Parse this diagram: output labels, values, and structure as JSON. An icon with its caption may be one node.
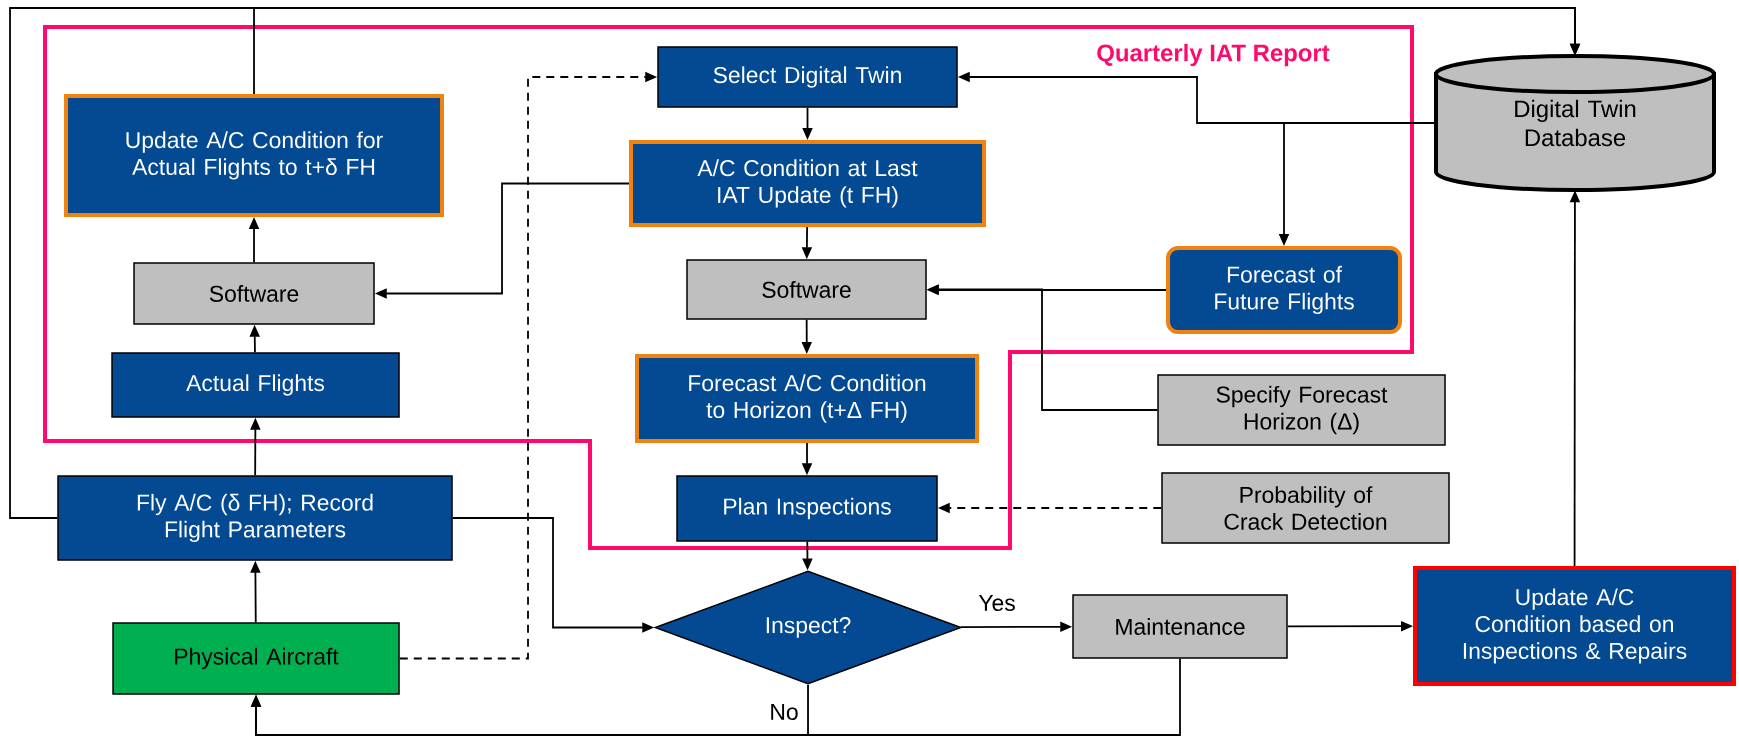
{
  "diagram": {
    "nodes": [
      {
        "text": [
          "Quarterly IAT Report"
        ]
      },
      {
        "text": [
          "Update A/C Condition for Actual Flights to t+δ FH"
        ],
        "in": 0
      },
      {
        "text": [
          "Select Digital Twin"
        ],
        "in": 0
      },
      {
        "text": [
          "Digital Twin Database"
        ]
      },
      {
        "text": [
          "A/C Condition at Last IAT Update (t FH)"
        ],
        "in": 0
      },
      {
        "text": [
          "Software"
        ],
        "in": 0
      },
      {
        "text": [
          "Software"
        ],
        "in": 0
      },
      {
        "text": [
          "Forecast of Future Flights"
        ],
        "in": 0
      },
      {
        "text": [
          "Actual Flights"
        ],
        "in": 0
      },
      {
        "text": [
          "Forecast A/C Condition to Horizon (t+Δ FH)"
        ],
        "in": 0
      },
      {
        "text": [
          "Specify Forecast Horizon (Δ)"
        ]
      },
      {
        "text": [
          "Fly A/C (δ FH); Record Flight Parameters"
        ]
      },
      {
        "text": [
          "Plan Inspections"
        ],
        "in": 0
      },
      {
        "text": [
          "Probability of Crack Detection"
        ]
      },
      {
        "text": [
          "Inspect?"
        ]
      },
      {
        "text": [
          "Maintenance"
        ]
      },
      {
        "text": [
          "Update A/C Condition based on Inspections & Repairs"
        ]
      },
      {
        "text": [
          "Physical Aircraft"
        ]
      }
    ],
    "edges": [
      {
        "from": 1,
        "to": 3,
        "arrow": "to"
      },
      {
        "from": 11,
        "to": 3,
        "arrow": "to"
      },
      {
        "from": 5,
        "to": 1,
        "arrow": "to"
      },
      {
        "from": 8,
        "to": 5,
        "arrow": "to"
      },
      {
        "from": 11,
        "to": 8,
        "arrow": "to"
      },
      {
        "from": 17,
        "to": 11,
        "arrow": "to"
      },
      {
        "from": 4,
        "to": 5,
        "arrow": "to"
      },
      {
        "from": 17,
        "to": 2,
        "arrow": "to",
        "style": "dashed"
      },
      {
        "from": 3,
        "to": 2,
        "arrow": "to"
      },
      {
        "from": 3,
        "to": 7,
        "arrow": "to"
      },
      {
        "from": 2,
        "to": 4,
        "arrow": "to"
      },
      {
        "from": 4,
        "to": 6,
        "arrow": "to"
      },
      {
        "from": 7,
        "to": 6,
        "arrow": "to"
      },
      {
        "from": 10,
        "to": 6,
        "arrow": "to"
      },
      {
        "from": 6,
        "to": 9,
        "arrow": "to"
      },
      {
        "from": 9,
        "to": 12,
        "arrow": "to"
      },
      {
        "from": 13,
        "to": 12,
        "arrow": "to",
        "style": "dashed"
      },
      {
        "from": 12,
        "to": 14,
        "arrow": "to"
      },
      {
        "from": 11,
        "to": 14,
        "arrow": "to"
      },
      {
        "from": 14,
        "to": 15,
        "arrow": "to",
        "label": "Yes"
      },
      {
        "from": 15,
        "to": 16,
        "arrow": "to"
      },
      {
        "from": 16,
        "to": 3,
        "arrow": "to"
      },
      {
        "from": 14,
        "to": 17,
        "arrow": "to",
        "label": "No"
      },
      {
        "from": 15,
        "to": 17,
        "arrow": "to"
      }
    ]
  }
}
